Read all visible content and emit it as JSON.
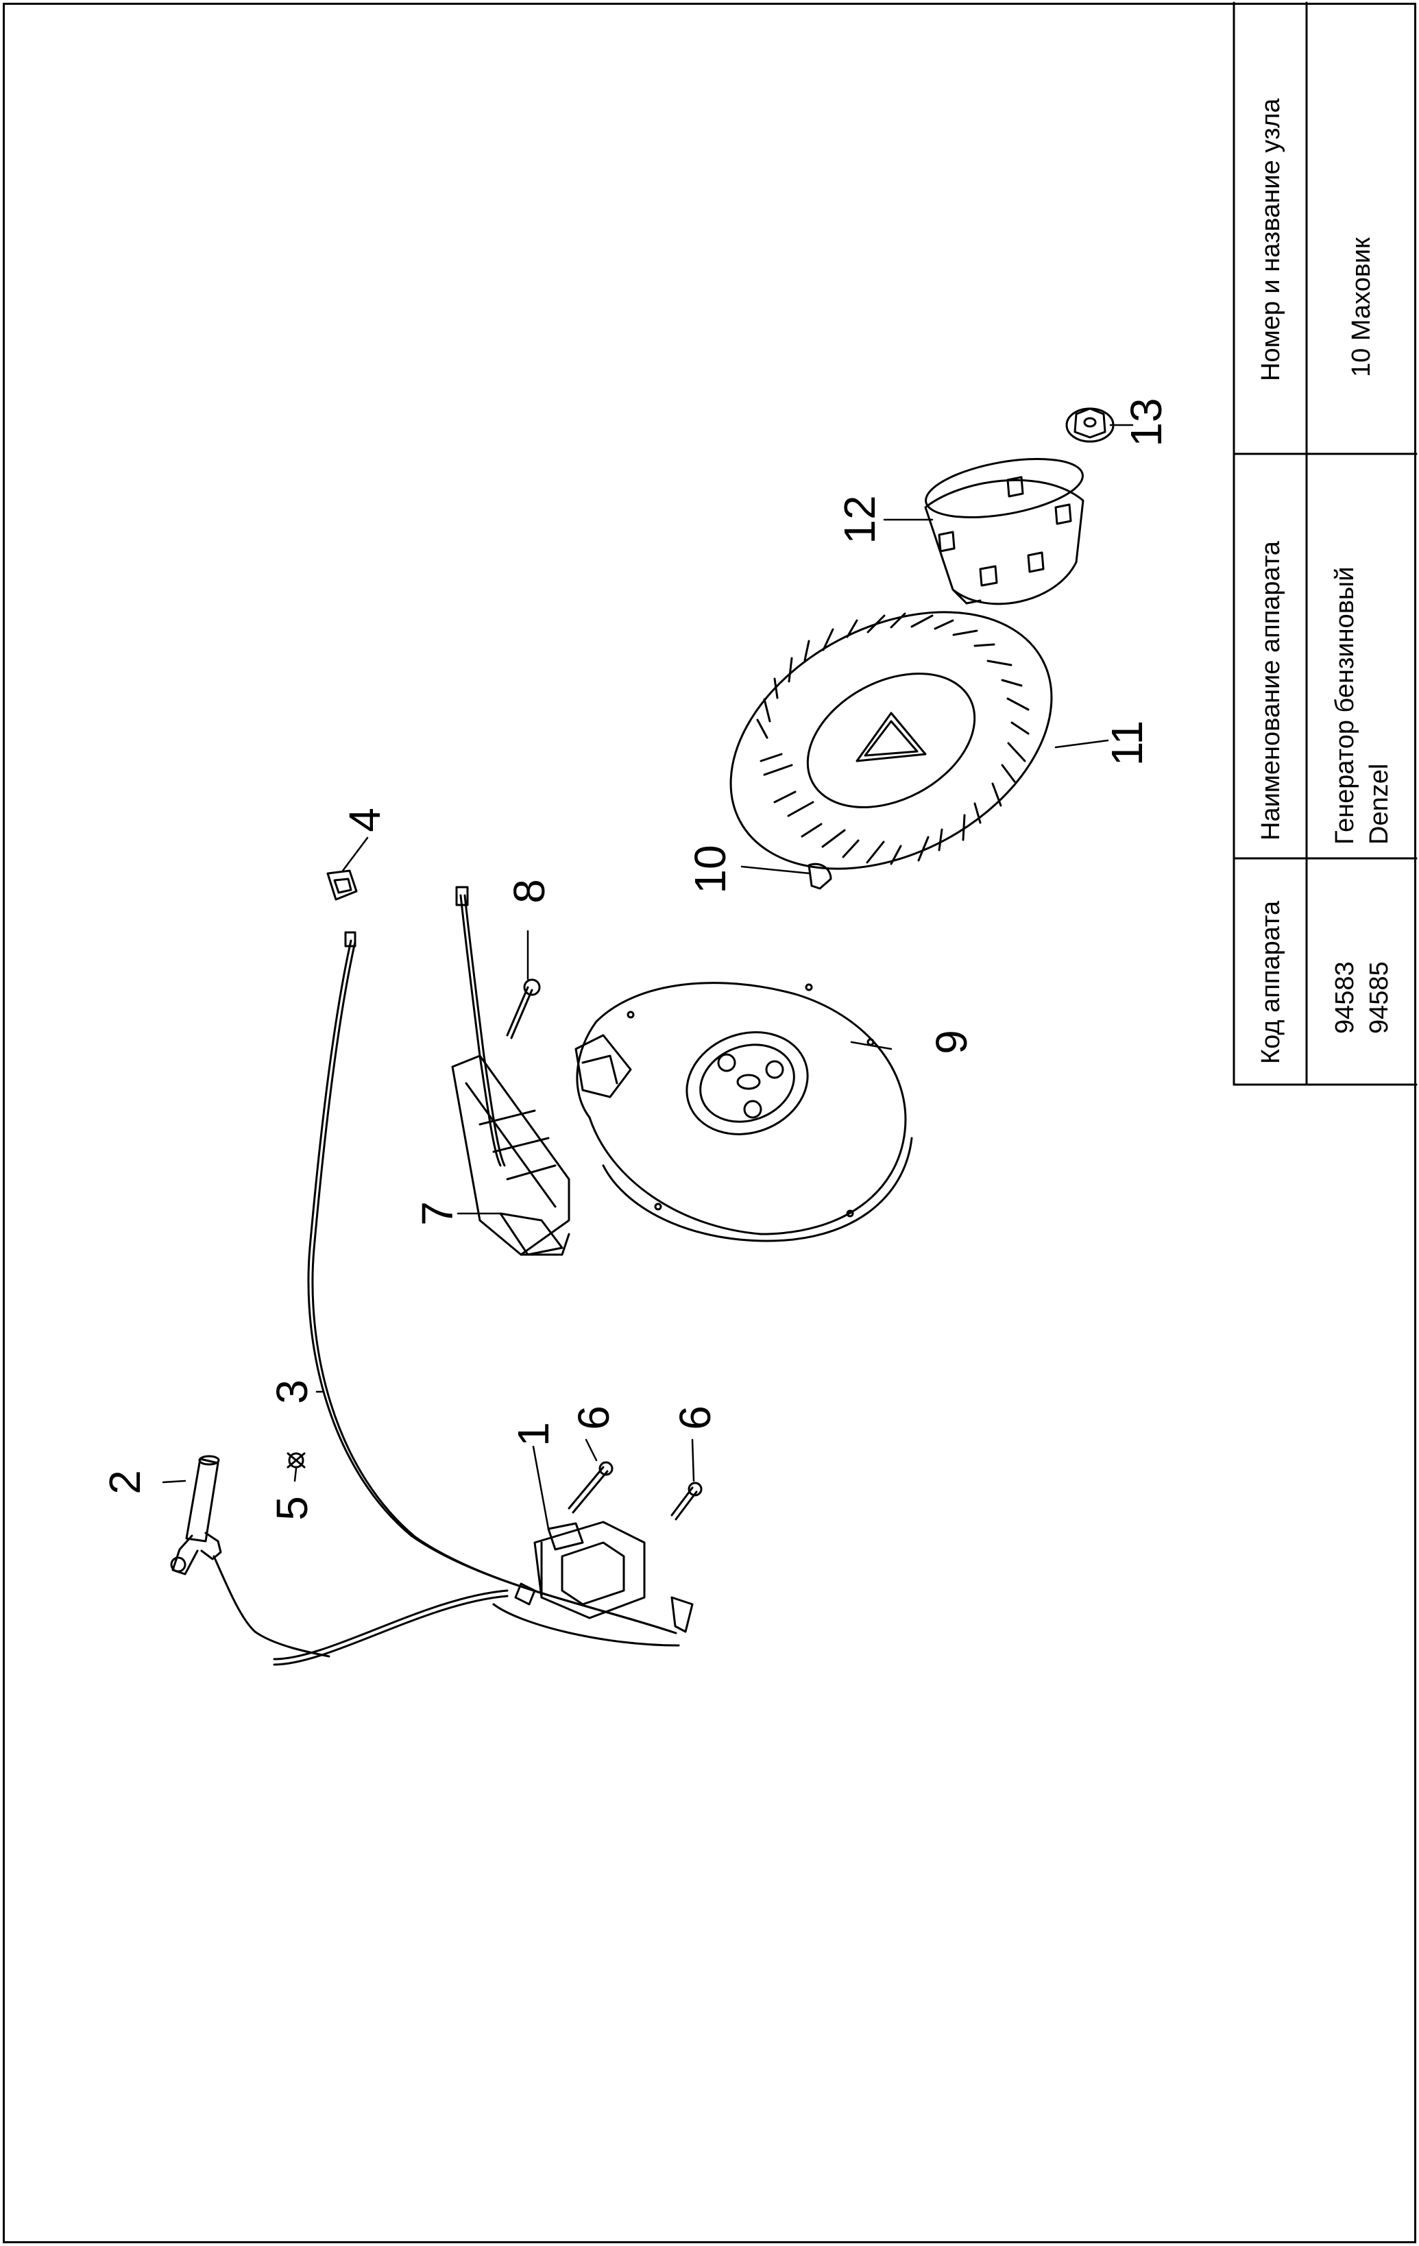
{
  "parts_table": {
    "headers": {
      "code": "Код аппарата",
      "device_name": "Наименование аппарата",
      "assembly": "Номер и название узла"
    },
    "values": {
      "code_line1": "94583",
      "code_line2": "94585",
      "name_line1": "Генератор бензиновый",
      "name_line2": "Denzel",
      "assembly": "10 Маховик"
    }
  },
  "callouts": [
    "1",
    "2",
    "3",
    "4",
    "5",
    "6",
    "6",
    "7",
    "8",
    "9",
    "10",
    "11",
    "12",
    "13"
  ]
}
